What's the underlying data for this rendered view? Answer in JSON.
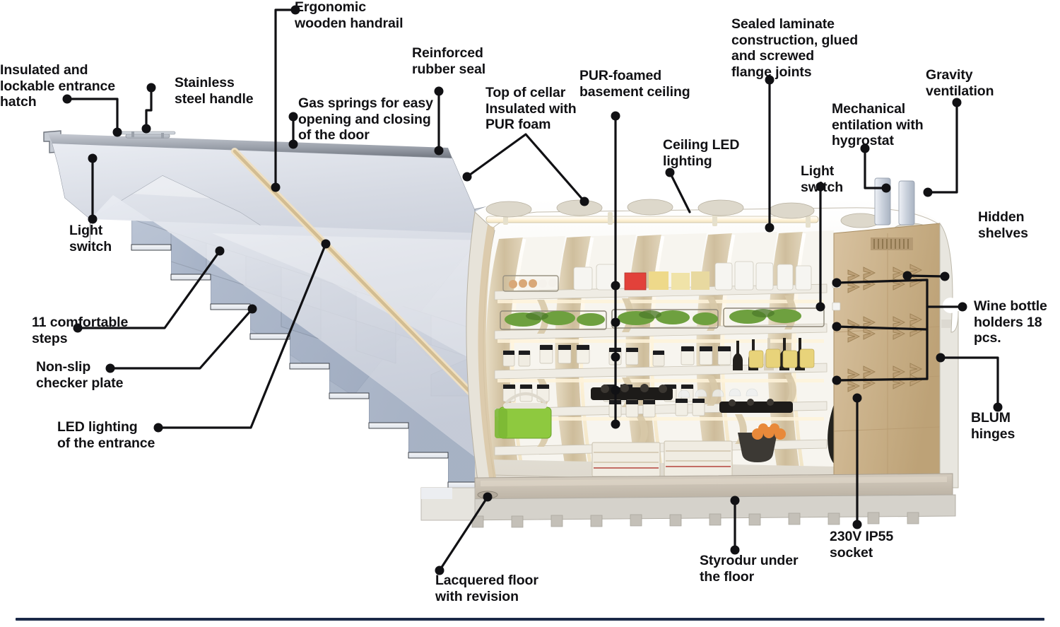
{
  "diagram": {
    "title": "Insulated cellar cutaway cross-section",
    "accent_rule_color": "#1b2a48",
    "background_color": "#ffffff",
    "label_color": "#111114"
  },
  "labels": [
    {
      "id": "insulated-lockable-entrance-hatch",
      "text": "Insulated and\nlockable entrance\nhatch"
    },
    {
      "id": "stainless-steel-handle",
      "text": "Stainless\nsteel handle"
    },
    {
      "id": "ergonomic-wooden-handrail",
      "text": "Ergonomic\nwooden handrail"
    },
    {
      "id": "gas-springs",
      "text": "Gas springs for easy\nopening and closing\nof the door"
    },
    {
      "id": "reinforced-rubber-seal",
      "text": "Reinforced\nrubber seal"
    },
    {
      "id": "top-of-cellar-pur-foam",
      "text": "Top of cellar\nInsulated with\nPUR foam"
    },
    {
      "id": "pur-foamed-basement-ceiling",
      "text": "PUR-foamed\nbasement ceiling"
    },
    {
      "id": "ceiling-led-lighting",
      "text": "Ceiling LED\nlighting"
    },
    {
      "id": "sealed-laminate-construction",
      "text": "Sealed laminate\nconstruction, glued\nand screwed\nflange joints"
    },
    {
      "id": "mechanical-ventilation-hygrostat",
      "text": "Mechanical\nentilation with\nhygrostat"
    },
    {
      "id": "gravity-ventilation",
      "text": "Gravity\nventilation"
    },
    {
      "id": "light-switch-right",
      "text": "Light\nswitch"
    },
    {
      "id": "hidden-shelves",
      "text": "Hidden\nshelves"
    },
    {
      "id": "wine-bottle-holders",
      "text": "Wine bottle\nholders 18 pcs."
    },
    {
      "id": "blum-hinges",
      "text": "BLUM\nhinges"
    },
    {
      "id": "light-switch-left",
      "text": "Light\nswitch"
    },
    {
      "id": "eleven-comfortable-steps",
      "text": "11 comfortable\nsteps"
    },
    {
      "id": "non-slip-checker-plate",
      "text": "Non-slip\nchecker plate"
    },
    {
      "id": "led-lighting-entrance",
      "text": "LED lighting\nof the entrance"
    },
    {
      "id": "lacquered-floor-revision",
      "text": "Lacquered floor\nwith revision"
    },
    {
      "id": "styrodur-under-floor",
      "text": "Styrodur under\nthe floor"
    },
    {
      "id": "socket-230v-ip55",
      "text": "230V IP55\nsocket"
    }
  ],
  "scene": {
    "parts": [
      "entrance-hatch-door",
      "stainless-handle-bar",
      "wooden-handrail",
      "staircase-11-steps",
      "arched-cellar-body",
      "ceiling-led-strip",
      "ceiling-domes",
      "shelving-system",
      "wooden-back-wall",
      "wine-bottle-racks",
      "ventilation-pipes",
      "vent-grille",
      "light-switch-plates",
      "lacquered-floor",
      "styrodur-ribs",
      "floor-revision-hatch"
    ],
    "stock": [
      "egg-basket",
      "green-vegetable-baskets",
      "preserve-jars",
      "wine-bottles",
      "oil-bottles",
      "pickled-jars",
      "white-containers",
      "green-storage-boxes",
      "wooden-crates",
      "orange-fruit-bowl",
      "cabbage-sack",
      "glassware"
    ]
  },
  "palette": {
    "door_panel": "#d4d8e1",
    "door_edge": "#8f96a4",
    "step_face": "#e6e9ef",
    "step_side": "#aab5c8",
    "cellar_shell": "#f1efe9",
    "cellar_rib": "#d8cdb6",
    "wood_wall": "#cbb392",
    "floor": "#c9c0b3",
    "floor_rib": "#b9b2a8",
    "led_glow": "#fff6df",
    "metal": "#b9bdc4",
    "dark_line": "#17171a"
  }
}
